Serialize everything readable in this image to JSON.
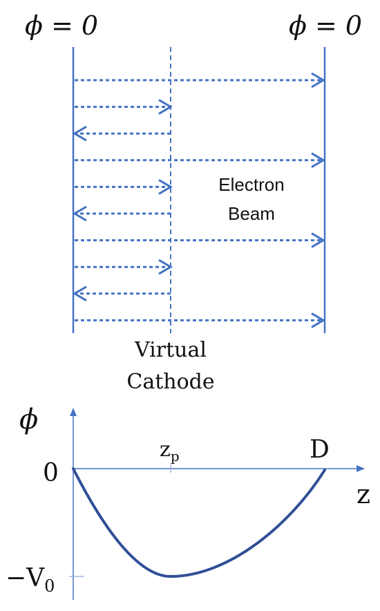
{
  "top_diagram": {
    "left_plate_label": "ϕ = 0",
    "right_plate_label": "ϕ = 0",
    "beam_label_line1": "Electron",
    "beam_label_line2": "Beam",
    "vc_label_line1": "Virtual",
    "vc_label_line2": "Cathode",
    "arrows": [
      {
        "from": "left",
        "to": "right"
      },
      {
        "from": "left",
        "to": "virtual_cathode"
      },
      {
        "from": "virtual_cathode",
        "to": "left"
      },
      {
        "from": "left",
        "to": "right"
      },
      {
        "from": "left",
        "to": "virtual_cathode"
      },
      {
        "from": "virtual_cathode",
        "to": "left"
      },
      {
        "from": "left",
        "to": "right"
      },
      {
        "from": "left",
        "to": "virtual_cathode"
      },
      {
        "from": "virtual_cathode",
        "to": "left"
      },
      {
        "from": "left",
        "to": "right"
      }
    ]
  },
  "potential_plot": {
    "y_axis_label": "ϕ",
    "x_axis_label": "z",
    "zero_label": "0",
    "min_label": "−V",
    "min_subscript": "0",
    "zp_label": "z",
    "zp_subscript": "p",
    "d_label": "D",
    "colors": {
      "plates": "#4472C4",
      "curve": "#2F4F96"
    }
  }
}
